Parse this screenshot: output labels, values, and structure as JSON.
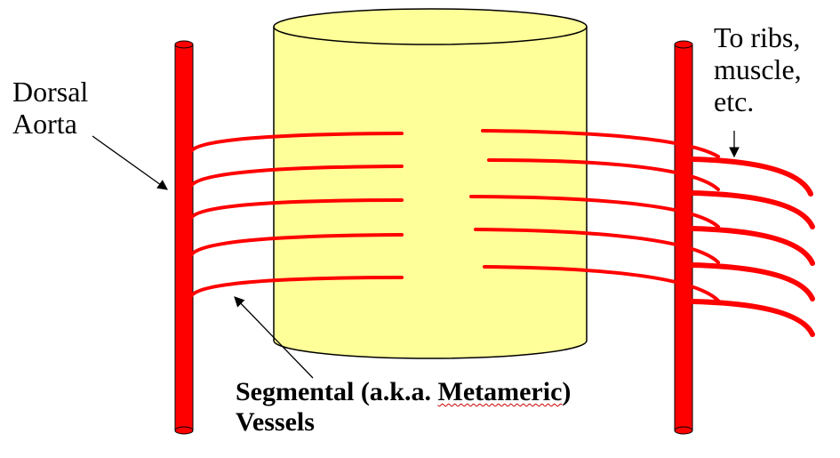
{
  "labels": {
    "dorsal_aorta_line1": "Dorsal",
    "dorsal_aorta_line2": "Aorta",
    "to_ribs_line1": "To ribs,",
    "to_ribs_line2": "muscle,",
    "to_ribs_line3": "etc.",
    "segmental_prefix": "Segmental (a.k.a. ",
    "segmental_word": "Metameric",
    "segmental_suffix": ")",
    "segmental_line2": "Vessels"
  },
  "colors": {
    "vessel": "#ff0000",
    "cylinder_fill": "#ffff99",
    "outline": "#000000",
    "spellcheck_underline": "#cc0000"
  }
}
